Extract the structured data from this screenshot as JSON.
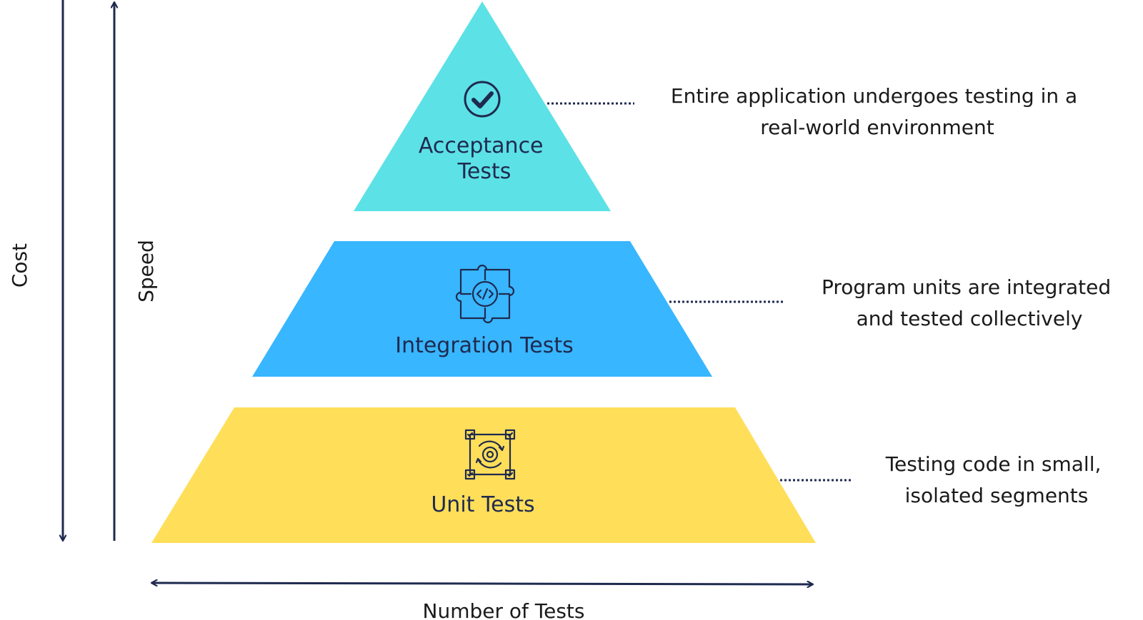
{
  "axes": {
    "cost_label": "Cost",
    "speed_label": "Speed",
    "count_label": "Number of Tests"
  },
  "tiers": [
    {
      "name": "acceptance",
      "label_lines": [
        "Acceptance",
        "Tests"
      ],
      "description_lines": [
        "Entire application undergoes testing in a",
        "real-world environment"
      ],
      "color": "#5ce1e6",
      "icon": "check-circle-icon"
    },
    {
      "name": "integration",
      "label_lines": [
        "Integration Tests"
      ],
      "description_lines": [
        "Program units are integrated",
        "and tested collectively"
      ],
      "color": "#38b6ff",
      "icon": "puzzle-code-icon"
    },
    {
      "name": "unit",
      "label_lines": [
        "Unit Tests"
      ],
      "description_lines": [
        "Testing code in small,",
        "isolated segments"
      ],
      "color": "#ffde59",
      "icon": "gear-refresh-icon"
    }
  ],
  "colors": {
    "ink": "#1f2a4f"
  }
}
